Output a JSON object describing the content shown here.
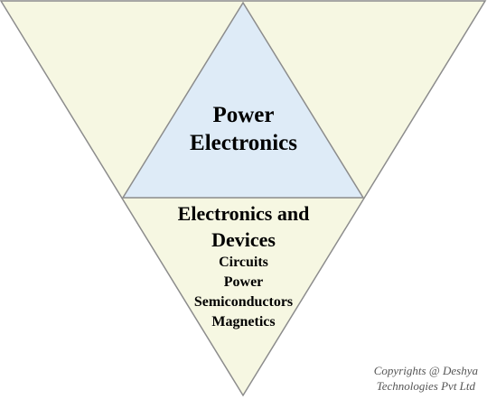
{
  "colors": {
    "outer_fill": "#f6f7e2",
    "inner_fill": "#deebf7",
    "stroke": "#8c8c8c",
    "text": "#000000",
    "copyright_text": "#555555"
  },
  "inner_triangle": {
    "title_line1": "Power",
    "title_line2": "Electronics"
  },
  "bottom_section": {
    "title_line1": "Electronics and",
    "title_line2": "Devices",
    "items": [
      "Circuits",
      "Power",
      "Semiconductors",
      "Magnetics"
    ]
  },
  "copyright": {
    "line1": "Copyrights @ Deshya",
    "line2": "Technologies Pvt Ltd"
  }
}
